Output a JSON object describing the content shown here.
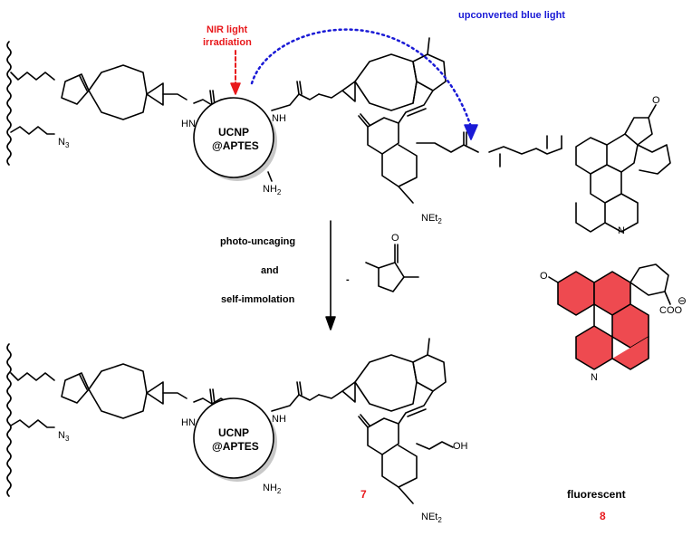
{
  "annotations": {
    "nir_line1": "NIR light",
    "nir_line2": "irradiation",
    "upconverted": "upconverted blue light"
  },
  "particle": {
    "top_line1": "UCNP",
    "top_line2": "@APTES",
    "bottom_line1": "UCNP",
    "bottom_line2": "@APTES"
  },
  "groups": {
    "hn": "HN",
    "nh": "NH",
    "nh2": "NH",
    "nh2_sub": "2",
    "n3": "N",
    "n3_sub": "3",
    "n": "N",
    "o": "O",
    "oh": "OH",
    "net2": "NEt",
    "net2_sub": "2",
    "coo": "COO",
    "minus": "⊖"
  },
  "reaction": {
    "step1": "photo-uncaging",
    "step2": "and",
    "step3": "self-immolation",
    "minus_sign": "-"
  },
  "compounds": {
    "label_7": "7",
    "label_8": "8",
    "fluorescent": "fluorescent"
  },
  "colors": {
    "red": "#e8191c",
    "blue": "#1a1ad6",
    "fluor_fill": "#ee4a50"
  }
}
